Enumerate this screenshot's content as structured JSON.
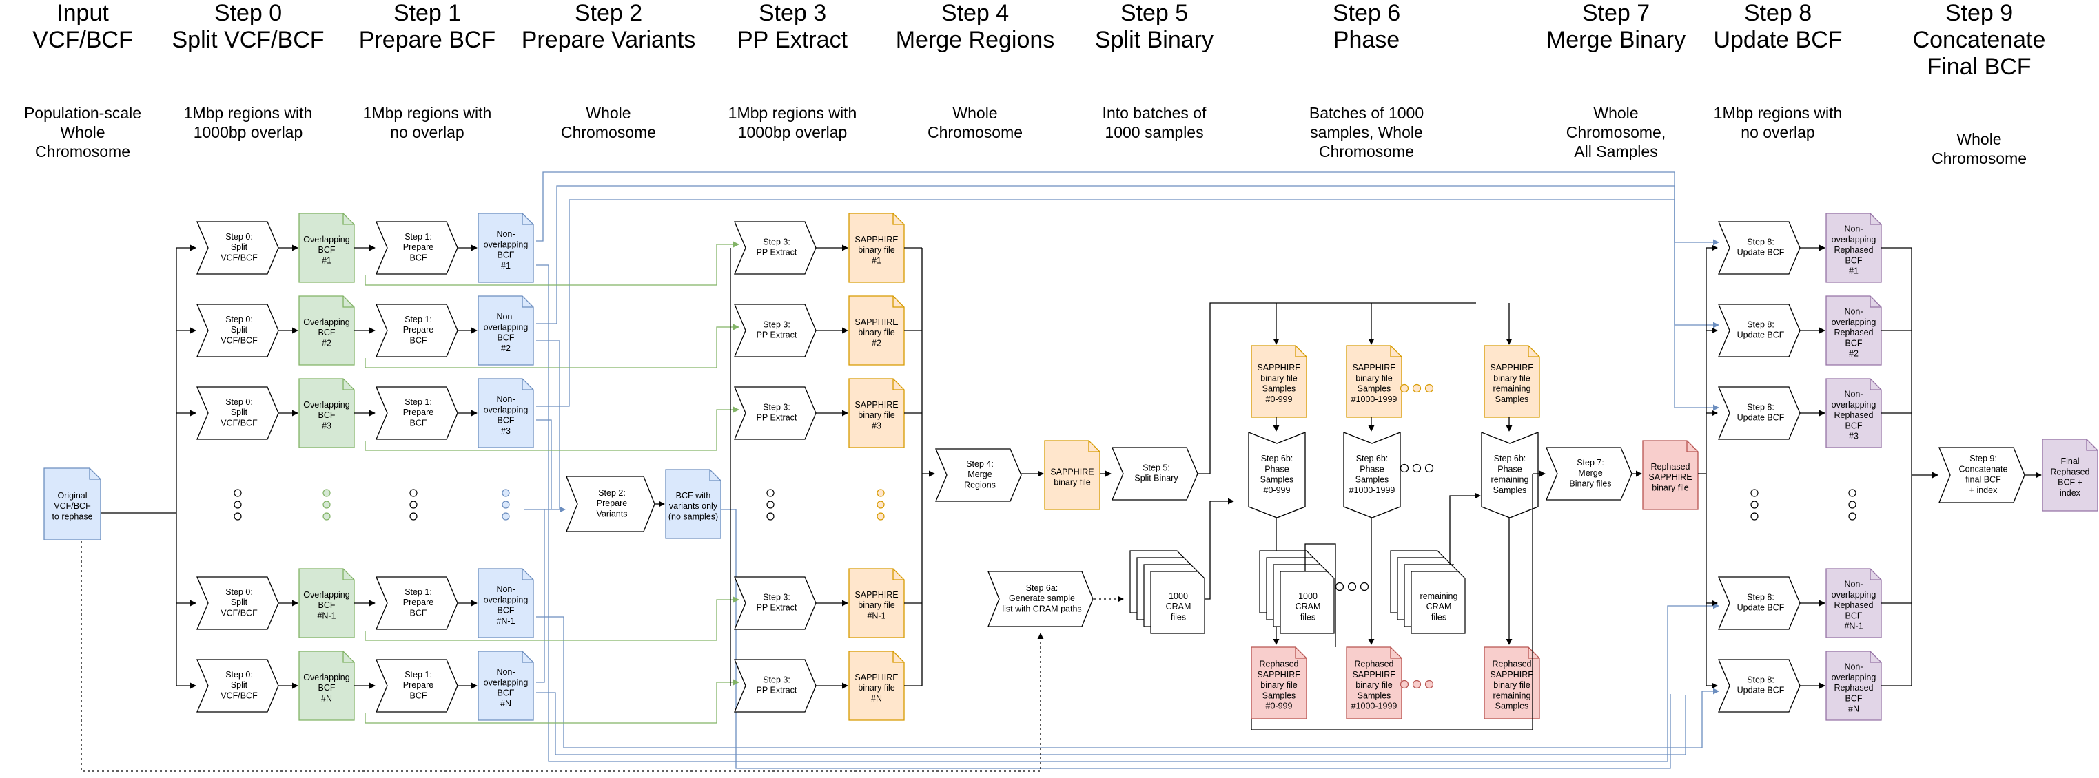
{
  "columns": [
    {
      "step": "Input\nVCF/BCF",
      "desc": "Population-scale\nWhole\nChromosome"
    },
    {
      "step": "Step 0\nSplit VCF/BCF",
      "desc": "1Mbp regions with\n1000bp overlap"
    },
    {
      "step": "Step 1\nPrepare BCF",
      "desc": "1Mbp regions with\nno overlap"
    },
    {
      "step": "Step 2\nPrepare Variants",
      "desc": "Whole\nChromosome"
    },
    {
      "step": "Step 3\nPP Extract",
      "desc": "1Mbp regions with\n1000bp overlap"
    },
    {
      "step": "Step 4\nMerge Regions",
      "desc": "Whole\nChromosome"
    },
    {
      "step": "Step 5\nSplit Binary",
      "desc": "Into batches of\n1000 samples"
    },
    {
      "step": "Step 6\nPhase",
      "desc": "Batches of 1000\nsamples, Whole\nChromosome"
    },
    {
      "step": "Step 7\nMerge Binary",
      "desc": "Whole\nChromosome,\nAll Samples"
    },
    {
      "step": "Step 8\nUpdate BCF",
      "desc": "1Mbp regions with\nno overlap"
    },
    {
      "step": "Step 9\nConcatenate\nFinal BCF",
      "desc": "Whole\nChromosome"
    }
  ],
  "nodes": {
    "input_vcf": "Original\nVCF/BCF\nto rephase",
    "step0_process": "Step 0:\nSplit\nVCF/BCF",
    "step1_process": "Step 1:\nPrepare\nBCF",
    "step2_process": "Step 2:\nPrepare\nVariants",
    "step2_output": "BCF with\nvariants only\n(no samples)",
    "step3_process": "Step 3:\nPP Extract",
    "step4_process": "Step 4:\nMerge\nRegions",
    "step4_output": "SAPPHIRE\nbinary file",
    "step5_process": "Step 5:\nSplit Binary",
    "step6a_process": "Step 6a:\nGenerate sample\nlist with CRAM paths",
    "step7_process": "Step 7:\nMerge\nBinary files",
    "step7_output": "Rephased\nSAPPHIRE\nbinary file",
    "step8_process": "Step 8:\nUpdate BCF",
    "step9_process": "Step 9:\nConcatenate\nfinal BCF\n+ index",
    "final_output": "Final\nRephased\nBCF +\nindex"
  },
  "regions": [
    {
      "overlapping": "Overlapping\nBCF\n#1",
      "non_overlapping": "Non-\noverlapping\nBCF\n#1",
      "sapphire": "SAPPHIRE\nbinary file\n#1",
      "rephased": "Non-\noverlapping\nRephased\nBCF\n#1"
    },
    {
      "overlapping": "Overlapping\nBCF\n#2",
      "non_overlapping": "Non-\noverlapping\nBCF\n#2",
      "sapphire": "SAPPHIRE\nbinary file\n#2",
      "rephased": "Non-\noverlapping\nRephased\nBCF\n#2"
    },
    {
      "overlapping": "Overlapping\nBCF\n#3",
      "non_overlapping": "Non-\noverlapping\nBCF\n#3",
      "sapphire": "SAPPHIRE\nbinary file\n#3",
      "rephased": "Non-\noverlapping\nRephased\nBCF\n#3"
    },
    {
      "overlapping": "Overlapping\nBCF\n#N-1",
      "non_overlapping": "Non-\noverlapping\nBCF\n#N-1",
      "sapphire": "SAPPHIRE\nbinary file\n#N-1",
      "rephased": "Non-\noverlapping\nRephased\nBCF\n#N-1"
    },
    {
      "overlapping": "Overlapping\nBCF\n#N",
      "non_overlapping": "Non-\noverlapping\nBCF\n#N",
      "sapphire": "SAPPHIRE\nbinary file\n#N",
      "rephased": "Non-\noverlapping\nRephased\nBCF\n#N"
    }
  ],
  "batches": [
    {
      "samples": "SAPPHIRE\nbinary file\nSamples\n#0-999",
      "phase": "Step 6b:\nPhase\nSamples\n#0-999",
      "cram": "1000\nCRAM\nfiles",
      "rephased": "Rephased\nSAPPHIRE\nbinary file\nSamples\n#0-999"
    },
    {
      "samples": "SAPPHIRE\nbinary file\nSamples\n#1000-1999",
      "phase": "Step 6b:\nPhase\nSamples\n#1000-1999",
      "cram": "1000\nCRAM\nfiles",
      "rephased": "Rephased\nSAPPHIRE\nbinary file\nSamples\n#1000-1999"
    },
    {
      "samples": "SAPPHIRE\nbinary file\nremaining\nSamples",
      "phase": "Step 6b:\nPhase\nremaining\nSamples",
      "cram": "remaining\nCRAM\nfiles",
      "rephased": "Rephased\nSAPPHIRE\nbinary file\nremaining\nSamples"
    }
  ],
  "colors": {
    "blue_fill": "#dae8fc",
    "blue_stroke": "#6c8ebf",
    "green_fill": "#d5e8d4",
    "green_stroke": "#82b366",
    "orange_fill": "#ffe6cc",
    "orange_stroke": "#d79b00",
    "red_fill": "#f8cecc",
    "red_stroke": "#b85450",
    "purple_fill": "#e1d5e7",
    "purple_stroke": "#9673a6",
    "line": "#000000"
  }
}
